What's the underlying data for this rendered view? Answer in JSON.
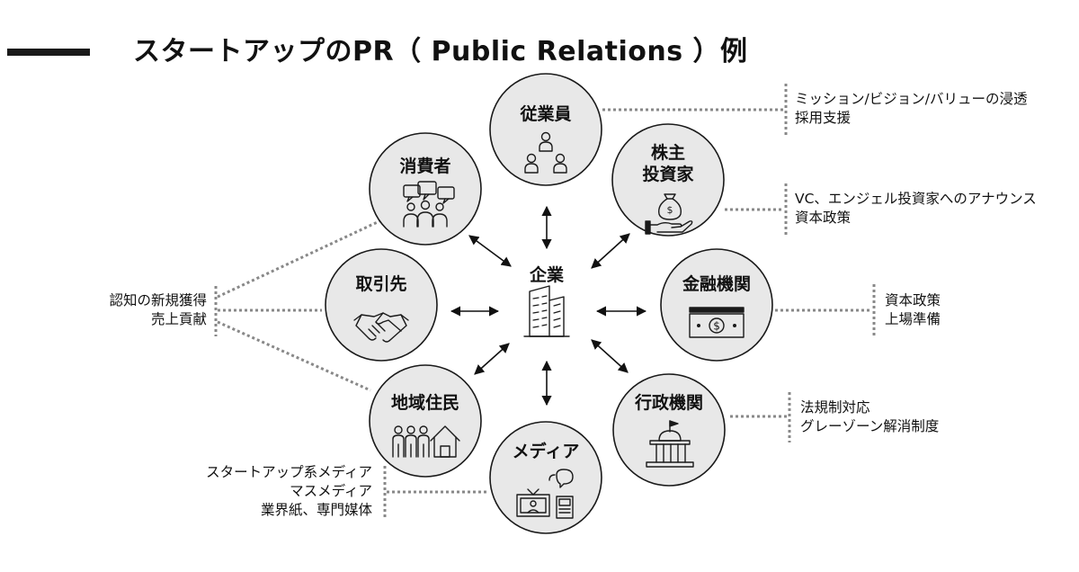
{
  "title": "スタートアップのPR（ Public Relations ）例",
  "center": {
    "label": "企業",
    "icon": "buildings-icon"
  },
  "stakeholders": [
    {
      "key": "employees",
      "label_lines": [
        "従業員"
      ],
      "icon": "people-hierarchy-icon",
      "notes": [
        "ミッション/ビジョン/バリューの浸透",
        "採用支援"
      ]
    },
    {
      "key": "shareholders",
      "label_lines": [
        "株主",
        "投資家"
      ],
      "icon": "money-bag-hand-icon",
      "notes": [
        "VC、エンジェル投資家へのアナウンス",
        "資本政策"
      ]
    },
    {
      "key": "financial",
      "label_lines": [
        "金融機関"
      ],
      "icon": "banknote-icon",
      "notes": [
        "資本政策",
        "上場準備"
      ]
    },
    {
      "key": "government",
      "label_lines": [
        "行政機関"
      ],
      "icon": "government-building-icon",
      "notes": [
        "法規制対応",
        "グレーゾーン解消制度"
      ]
    },
    {
      "key": "media",
      "label_lines": [
        "メディア"
      ],
      "icon": "tv-newspaper-icon",
      "notes": [
        "スタートアップ系メディア",
        "マスメディア",
        "業界紙、専門媒体"
      ]
    },
    {
      "key": "residents",
      "label_lines": [
        "地域住民"
      ],
      "icon": "residents-house-icon"
    },
    {
      "key": "partners",
      "label_lines": [
        "取引先"
      ],
      "icon": "handshake-icon"
    },
    {
      "key": "consumers",
      "label_lines": [
        "消費者"
      ],
      "icon": "consumers-chat-icon"
    }
  ],
  "left_note": [
    "認知の新規獲得",
    "売上貢献"
  ]
}
